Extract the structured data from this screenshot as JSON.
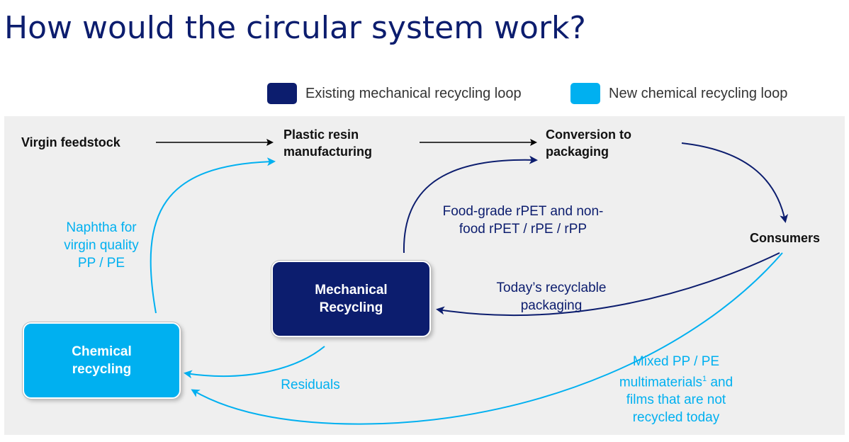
{
  "title": "How would the circular system work?",
  "legend": {
    "existing": {
      "label": "Existing mechanical recycling loop",
      "color": "#0c1d6e"
    },
    "new": {
      "label": "New chemical recycling loop",
      "color": "#00b0f0"
    }
  },
  "nodes": {
    "virgin_feedstock": "Virgin feedstock",
    "resin_line1": "Plastic resin",
    "resin_line2": "manufacturing",
    "conversion_line1": "Conversion to",
    "conversion_line2": "packaging",
    "consumers": "Consumers",
    "mechanical_line1": "Mechanical",
    "mechanical_line2": "Recycling",
    "chemical_line1": "Chemical",
    "chemical_line2": "recycling"
  },
  "edge_labels": {
    "food_grade_line1": "Food-grade rPET and non-",
    "food_grade_line2": "food rPET / rPE / rPP",
    "todays_line1": "Today’s recyclable",
    "todays_line2": "packaging",
    "naphtha_line1": "Naphtha for",
    "naphtha_line2": "virgin quality",
    "naphtha_line3": "PP / PE",
    "residuals": "Residuals",
    "mixed_line1": "Mixed PP / PE",
    "mixed_line2_main": "multimaterials",
    "mixed_line2_sup": "1",
    "mixed_line2_end": " and",
    "mixed_line3": "films that are not",
    "mixed_line4": "recycled today"
  },
  "colors": {
    "dark_navy": "#0c1d6e",
    "light_blue": "#00b0f0",
    "chemical_fill": "#00b0f0",
    "mechanical_fill": "#0c1d6e",
    "panel": "#efefef",
    "black_arrow": "#000000"
  }
}
